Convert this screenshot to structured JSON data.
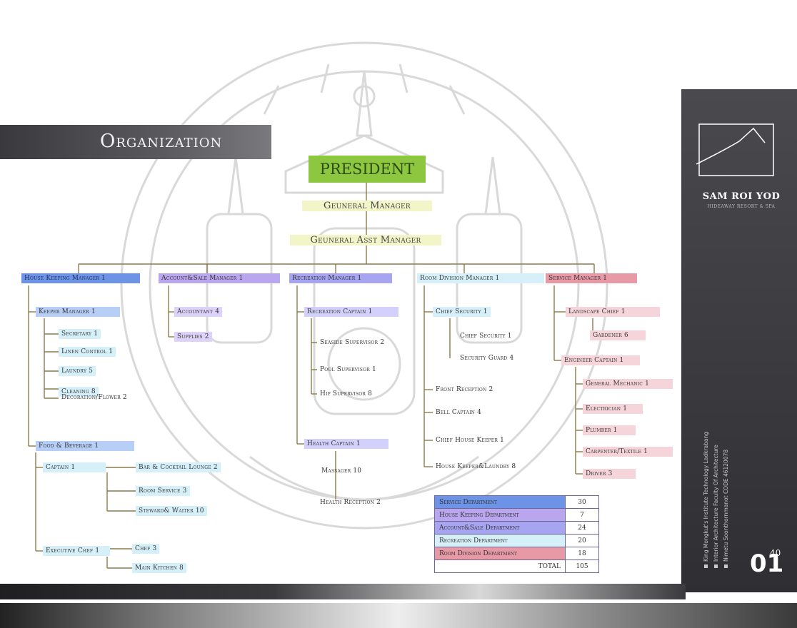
{
  "title": "Organization",
  "president": "PRESIDENT",
  "general_manager": "Geuneral Manager",
  "general_asst_manager": "Geuneral Asst Manager",
  "brand": {
    "name": "SAM ROI YOD",
    "tagline": "HIDEAWAY RESORT & SPA",
    "page_number": "01",
    "page_superscript": "40"
  },
  "side_notes": [
    "King Mongkut's Institute Technology Ladkrabang",
    "Interior Architecture Faculty Of Architecture",
    "Nimetu Soonthornmanot CODE 46120078"
  ],
  "departments": {
    "housekeeping": {
      "head": "House Keeping Manager 1",
      "keeper": "Keeper Manager 1",
      "keeper_items": [
        "Secretary 1",
        "Linen Control 1",
        "Laundry 5",
        "Cleaning 8",
        "Decoration/Flower 2"
      ],
      "food": "Food & Beverage 1",
      "captain": "Captain 1",
      "captain_items": [
        "Bar & Cocktail Lounge 2",
        "Room Service 3",
        "Steward& Waiter 10"
      ],
      "exec_chef": "Executive Chef 1",
      "chef_items": [
        "Chef 3",
        "Main Kitchen 8"
      ]
    },
    "accounting": {
      "head": "Account&Sale Manager 1",
      "items": [
        "Accountant 4",
        "Supplies 2"
      ]
    },
    "recreation": {
      "head": "Recreation Manager 1",
      "captain": "Recreation Captain 1",
      "captain_items": [
        "Seaside Supervisor 2",
        "Pool Supervisor 1",
        "Hip Supervisor 8"
      ],
      "health": "Health Captain 1",
      "health_items": [
        "Massager 10",
        "Health Reception 2"
      ]
    },
    "room_division": {
      "head": "Room Division Manager 1",
      "items": [
        "Chief Security 1",
        "Chief Security 1",
        "Security Guard 4",
        "Front Reception 2",
        "Bell Captain 4",
        "Chief House Keeper 1",
        "House Keeper&Laundry 8"
      ]
    },
    "service": {
      "head": "Service Manager 1",
      "landscape": "Landscape Chief 1",
      "gardener": "Gardener 6",
      "engineer": "Engineer Captain 1",
      "engineer_items": [
        "General Mechanic 1",
        "Electrician 1",
        "Plumber 1",
        "Carpenter/Textile 1",
        "Driver 3"
      ]
    }
  },
  "summary": [
    {
      "label": "Service Department",
      "value": "30",
      "color": "#6d93e6"
    },
    {
      "label": "House Keeping Department",
      "value": "7",
      "color": "#b9a6ee"
    },
    {
      "label": "Account&Sale Department",
      "value": "24",
      "color": "#a7a4f2"
    },
    {
      "label": "Recreation Department",
      "value": "20",
      "color": "#d6f0fa"
    },
    {
      "label": "Room Division Department",
      "value": "18",
      "color": "#e79aa6"
    }
  ],
  "total_label": "TOTAL",
  "total_value": "105"
}
